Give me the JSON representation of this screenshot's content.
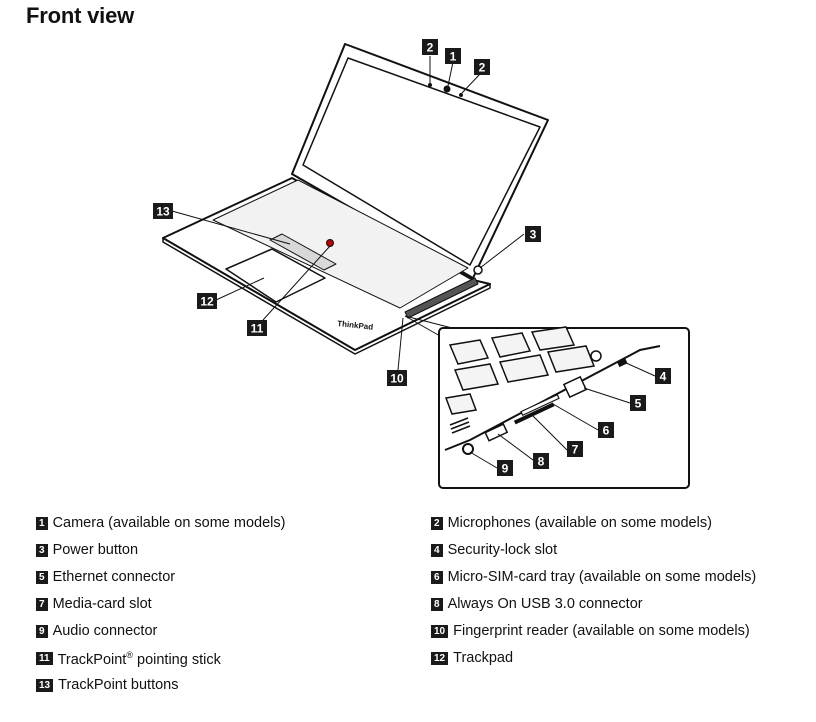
{
  "title": "Front view",
  "brand_text": "ThinkPad",
  "legend": [
    {
      "num": "1",
      "label": "Camera (available on some models)"
    },
    {
      "num": "2",
      "label": "Microphones (available on some models)"
    },
    {
      "num": "3",
      "label": "Power button"
    },
    {
      "num": "4",
      "label": "Security-lock slot"
    },
    {
      "num": "5",
      "label": "Ethernet connector"
    },
    {
      "num": "6",
      "label": "Micro-SIM-card tray (available on some models)"
    },
    {
      "num": "7",
      "label": "Media-card slot"
    },
    {
      "num": "8",
      "label": "Always On USB 3.0 connector"
    },
    {
      "num": "9",
      "label": "Audio connector"
    },
    {
      "num": "10",
      "label": "Fingerprint reader (available on some models)"
    },
    {
      "num": "11",
      "label_pre": "TrackPoint",
      "label_sup": "®",
      "label_post": " pointing stick"
    },
    {
      "num": "12",
      "label": "Trackpad"
    },
    {
      "num": "13",
      "label": "TrackPoint buttons"
    }
  ]
}
